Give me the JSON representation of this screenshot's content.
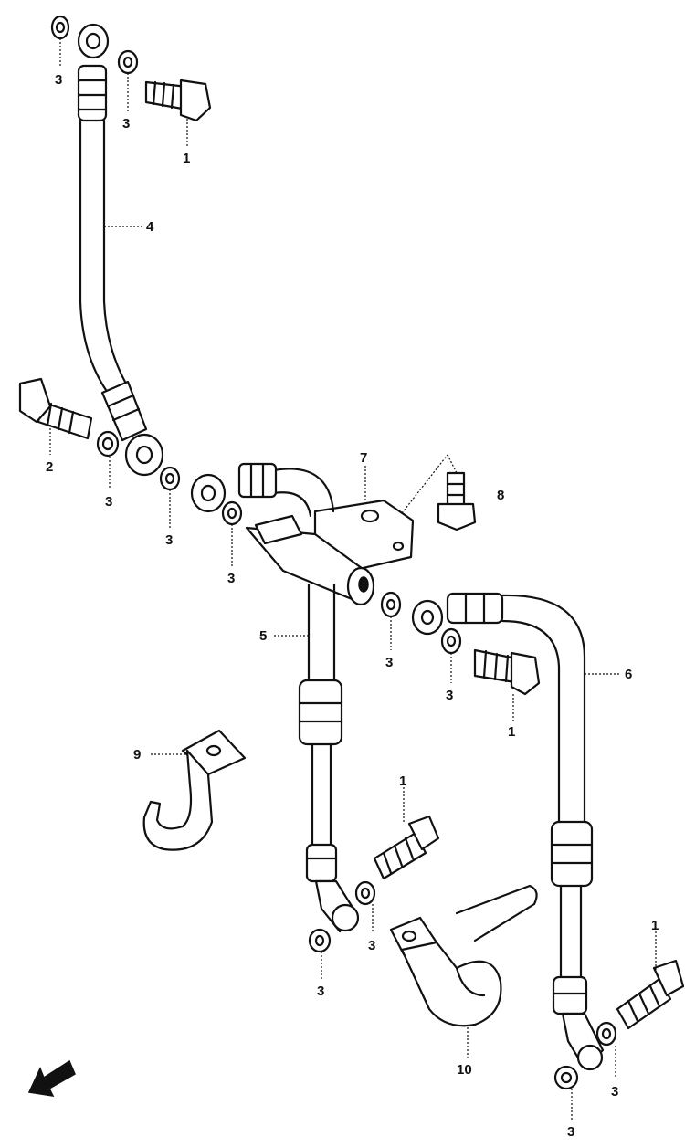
{
  "parts": {
    "bolt_1": "1",
    "bolt_2": "2",
    "washer_3": "3",
    "hose_4": "4",
    "hose_5": "5",
    "hose_6": "6",
    "joint_7": "7",
    "bolt_8": "8",
    "clamp_9": "9",
    "clamp_10": "10"
  },
  "colors": {
    "ink": "#111111",
    "paper": "#ffffff"
  },
  "icons": {
    "direction": "front-arrow-icon"
  }
}
